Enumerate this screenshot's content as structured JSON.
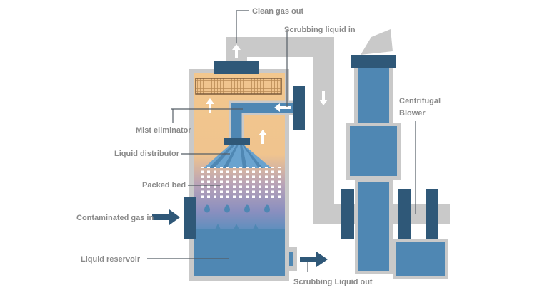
{
  "title": "Wet scrubber (packed bed) diagram",
  "labels": {
    "clean_gas_out": "Clean gas out",
    "scrubbing_liquid_in": "Scrubbing liquid in",
    "mist_eliminator": "Mist eliminator",
    "liquid_distributor": "Liquid  distributor",
    "packed_bed": "Packed bed",
    "contaminated_gas_in": "Contaminated gas in",
    "liquid_reservoir": "Liquid reservoir",
    "scrubbing_liquid_out": "Scrubbing Liquid out",
    "centrifugal_blower_line1": "Centrifugal",
    "centrifugal_blower_line2": "Blower"
  },
  "colors": {
    "duct_gray": "#c9c9c9",
    "dark_blue": "#2f5878",
    "mid_blue": "#4f87b3",
    "light_blue": "#79b0d8",
    "gas_orange": "#f2c78e",
    "mist_brown": "#7a5a3a",
    "label_gray": "#8a8a8a",
    "leader_line": "#555d66"
  }
}
